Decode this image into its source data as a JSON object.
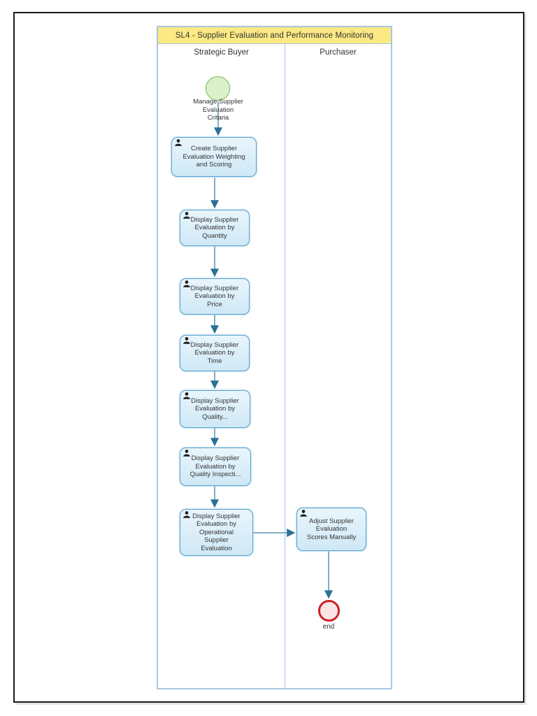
{
  "diagram": {
    "title": "SL4 - Supplier Evaluation and Performance Monitoring",
    "lanes": [
      {
        "label": "Strategic Buyer"
      },
      {
        "label": "Purchaser"
      }
    ],
    "nodes": {
      "start": {
        "type": "start-event",
        "label": "Manage Supplier\nEvaluation\nCritaria"
      },
      "tasks": [
        {
          "id": "task-1",
          "lane": "Strategic Buyer",
          "label": "Create Supplier\nEvaluation Weighting\nand Scoring"
        },
        {
          "id": "task-2",
          "lane": "Strategic Buyer",
          "label": "Display Supplier\nEvaluation by\nQuantity"
        },
        {
          "id": "task-3",
          "lane": "Strategic Buyer",
          "label": "Display Supplier\nEvaluation by\nPrice"
        },
        {
          "id": "task-4",
          "lane": "Strategic Buyer",
          "label": "Display Supplier\nEvaluation by\nTime"
        },
        {
          "id": "task-5",
          "lane": "Strategic Buyer",
          "label": "Display Supplier\nEvaluation by\nQuality..."
        },
        {
          "id": "task-6",
          "lane": "Strategic Buyer",
          "label": "Display Supplier\nEvaluation by\nQuality Inspecti..."
        },
        {
          "id": "task-7",
          "lane": "Strategic Buyer",
          "label": "Display Supplier\nEvaluation by\nOperational\nSupplier\nEvaluation"
        },
        {
          "id": "task-8",
          "lane": "Purchaser",
          "label": "Adjust Supplier\nEvaluation\nScores Manually"
        }
      ],
      "end": {
        "type": "end-event",
        "label": "end"
      }
    },
    "colors": {
      "pool_border": "#a9c6e2",
      "header_fill": "#fbe983",
      "task_fill_top": "#e9f5fc",
      "task_fill_bottom": "#cfe8f6",
      "task_border": "#5aa2cc",
      "flow": "#5b93b1",
      "arrowhead": "#2a7194",
      "start_fill": "#dcf1cb",
      "start_border": "#77b84f",
      "end_fill": "#fbe4e6",
      "end_border": "#cc2028",
      "text": "#333333"
    }
  }
}
